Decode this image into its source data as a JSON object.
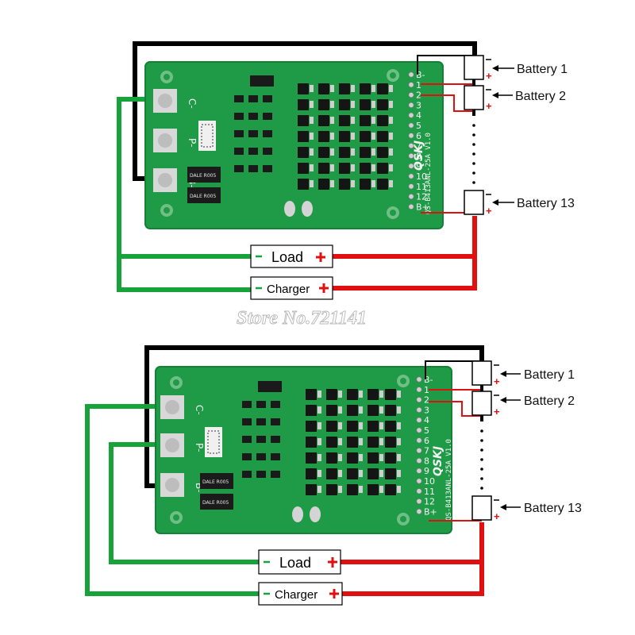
{
  "diagrams": [
    {
      "batteries": [
        {
          "label": "Battery 1"
        },
        {
          "label": "Battery 2"
        },
        {
          "label": "Battery 13"
        }
      ],
      "load_label": "Load",
      "charger_label": "Charger",
      "pads": [
        "C-",
        "P-",
        "B-"
      ],
      "board_text": "QS-B413ANL-25A V1.0",
      "logo": "QSKJ",
      "pin_labels": [
        "B-",
        "1",
        "2",
        "3",
        "4",
        "5",
        "6",
        "7",
        "8",
        "9",
        "10",
        "11",
        "12",
        "B+"
      ],
      "resistor_labels": [
        "DALE R005",
        "DALE R005"
      ],
      "wiring": "shared"
    },
    {
      "batteries": [
        {
          "label": "Battery 1"
        },
        {
          "label": "Battery 2"
        },
        {
          "label": "Battery 13"
        }
      ],
      "load_label": "Load",
      "charger_label": "Charger",
      "pads": [
        "C-",
        "P-",
        "B-"
      ],
      "board_text": "QS-B413ANL-25A V1.0",
      "logo": "QSKJ",
      "pin_labels": [
        "B-",
        "1",
        "2",
        "3",
        "4",
        "5",
        "6",
        "7",
        "8",
        "9",
        "10",
        "11",
        "12",
        "B+"
      ],
      "resistor_labels": [
        "DALE R005",
        "DALE R005"
      ],
      "wiring": "separate"
    }
  ],
  "watermark": "Store No.721141",
  "colors": {
    "pcb": "#1f9a47",
    "pcb_edge": "#148038",
    "wire_green": "#17a33a",
    "wire_red": "#e01010",
    "wire_black": "#000000"
  }
}
